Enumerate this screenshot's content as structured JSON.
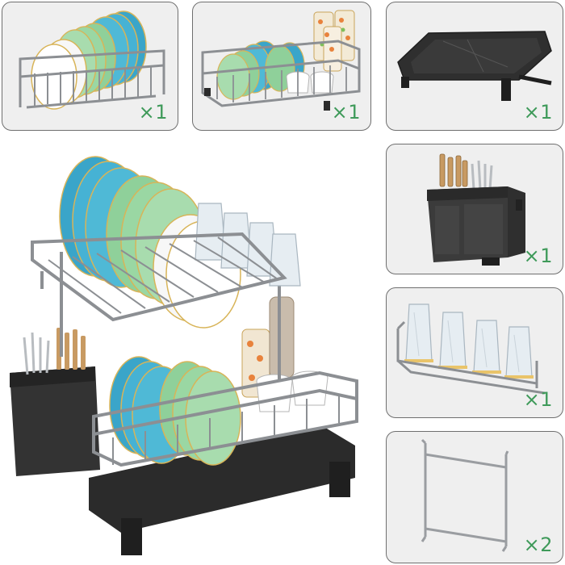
{
  "parts": [
    {
      "id": "upper-plate-rack",
      "qty": "×1"
    },
    {
      "id": "lower-basket",
      "qty": "×1"
    },
    {
      "id": "drain-board",
      "qty": "×1"
    },
    {
      "id": "utensil-holder",
      "qty": "×1"
    },
    {
      "id": "cup-holder",
      "qty": "×1"
    },
    {
      "id": "support-frame",
      "qty": "×2"
    }
  ],
  "colors": {
    "panel_bg": "#efefef",
    "panel_border": "#6f6f6f",
    "qty_text": "#3f9a5a",
    "rack_metal": "#8c8f93",
    "black_plastic": "#2b2b2b"
  }
}
